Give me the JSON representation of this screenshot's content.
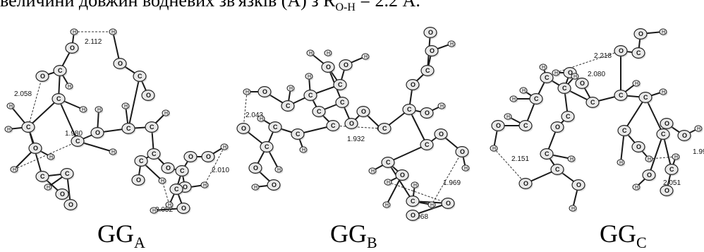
{
  "top_line": {
    "text": "величини довжин водневих зв'язків (Å) з R",
    "sub": "O-H",
    "tail": "= 2.2 Å."
  },
  "structures": [
    {
      "label_main": "GG",
      "label_sub": "A",
      "distances": [
        "2.112",
        "2.058",
        "1.980",
        "2.010",
        "2.052"
      ]
    },
    {
      "label_main": "GG",
      "label_sub": "B",
      "distances": [
        "2.043",
        "1.932",
        "1.969",
        "2.068"
      ]
    },
    {
      "label_main": "GG",
      "label_sub": "C",
      "distances": [
        "2.218",
        "2.080",
        "2.151",
        "2.051",
        "1.99"
      ]
    }
  ],
  "atom_labels": {
    "carbon": "C",
    "oxygen": "O",
    "hydrogen": "H"
  }
}
